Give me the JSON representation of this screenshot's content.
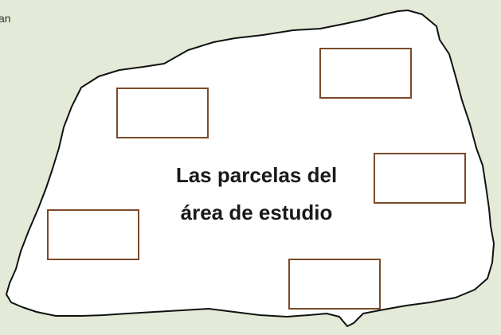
{
  "colors": {
    "background": "#e3ead7",
    "area_fill": "#ffffff",
    "area_outline": "#111111",
    "plot_outline": "#7a4a2a",
    "text": "#1a1a1a"
  },
  "corner_text": "an",
  "area": {
    "label_line1": "Las parcelas del",
    "label_line2": "área de estudio"
  },
  "plot_count": 5
}
